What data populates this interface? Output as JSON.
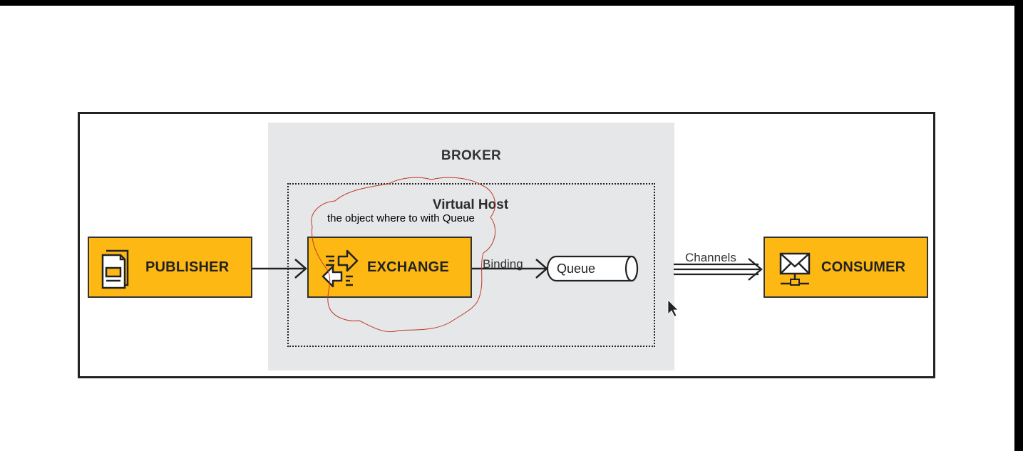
{
  "broker": {
    "label": "BROKER"
  },
  "virtual_host": {
    "label": "Virtual Host"
  },
  "annotation": {
    "text": "the object where to with Queue"
  },
  "nodes": {
    "publisher": {
      "label": "PUBLISHER",
      "icon": "document-icon"
    },
    "exchange": {
      "label": "EXCHANGE",
      "icon": "exchange-arrows-icon"
    },
    "queue": {
      "label": "Queue"
    },
    "consumer": {
      "label": "CONSUMER",
      "icon": "envelope-network-icon"
    }
  },
  "edges": {
    "binding": "Binding",
    "channels": "Channels"
  },
  "colors": {
    "accent": "#fdb814",
    "broker_bg": "#e6e7e8",
    "annotation_stroke": "#b22222"
  }
}
